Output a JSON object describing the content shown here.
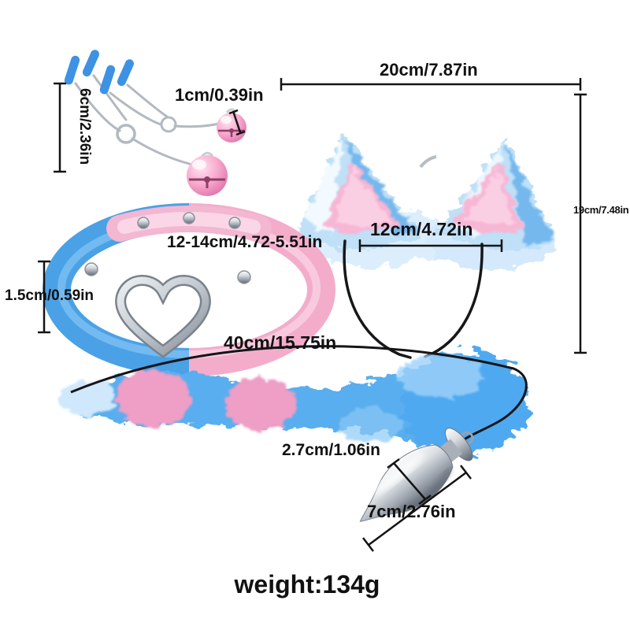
{
  "labels": {
    "clamp_tip_size": "1cm/0.39in",
    "clamp_length": "6cm/2.36in",
    "ears_width": "20cm/7.87in",
    "ears_height": "19cm/7.48in",
    "headband_width": "12cm/4.72in",
    "choker_size": "12-14cm/4.72-5.51in",
    "choker_band_width": "1.5cm/0.59in",
    "tail_length": "40cm/15.75in",
    "plug_diameter": "2.7cm/1.06in",
    "plug_length": "7cm/2.76in",
    "weight": "weight:134g"
  },
  "colors": {
    "fur_blue": "#58aeee",
    "fur_pink": "#ef9ec6",
    "inner_ear_pink": "#f7b6d4",
    "choker_blue": "#4aa1e6",
    "choker_pink": "#f3adcb",
    "bell_pink": "#f8abce",
    "metal_silver": "#c2c8cf",
    "annotation_black": "#141414",
    "background": "#ffffff"
  },
  "items": [
    "nipple-clamps-with-bells",
    "cat-ears-headband",
    "heart-ring-choker",
    "fox-tail-with-metal-plug"
  ]
}
